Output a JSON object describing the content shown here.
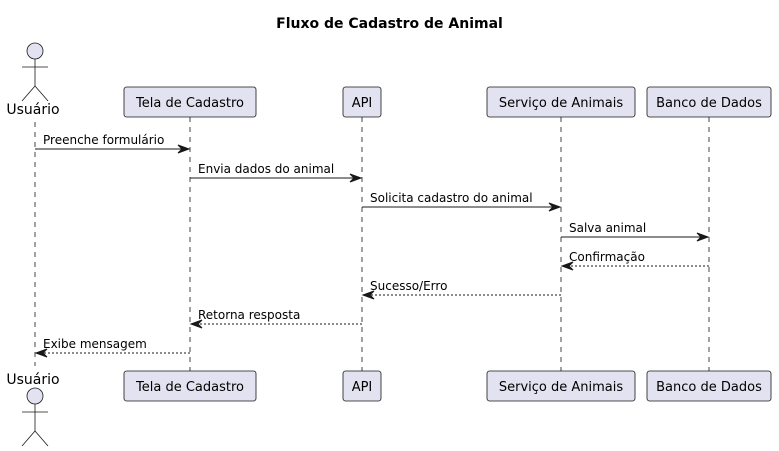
{
  "title": "Fluxo de Cadastro de Animal",
  "participants": [
    {
      "id": "usuario",
      "label": "Usuário",
      "kind": "actor"
    },
    {
      "id": "tela",
      "label": "Tela de Cadastro",
      "kind": "participant"
    },
    {
      "id": "api",
      "label": "API",
      "kind": "participant"
    },
    {
      "id": "servico",
      "label": "Serviço de Animais",
      "kind": "participant"
    },
    {
      "id": "banco",
      "label": "Banco de Dados",
      "kind": "participant"
    }
  ],
  "messages": [
    {
      "from": "usuario",
      "to": "tela",
      "label": "Preenche formulário",
      "style": "solid"
    },
    {
      "from": "tela",
      "to": "api",
      "label": "Envia dados do animal",
      "style": "solid"
    },
    {
      "from": "api",
      "to": "servico",
      "label": "Solicita cadastro do animal",
      "style": "solid"
    },
    {
      "from": "servico",
      "to": "banco",
      "label": "Salva animal",
      "style": "solid"
    },
    {
      "from": "banco",
      "to": "servico",
      "label": "Confirmação",
      "style": "dashed"
    },
    {
      "from": "servico",
      "to": "api",
      "label": "Sucesso/Erro",
      "style": "dashed"
    },
    {
      "from": "api",
      "to": "tela",
      "label": "Retorna resposta",
      "style": "dashed"
    },
    {
      "from": "tela",
      "to": "usuario",
      "label": "Exibe mensagem",
      "style": "dashed"
    }
  ],
  "colors": {
    "participant_fill": "#e2e2f0",
    "participant_border": "#181818",
    "lifeline": "#181818",
    "arrow": "#181818"
  }
}
